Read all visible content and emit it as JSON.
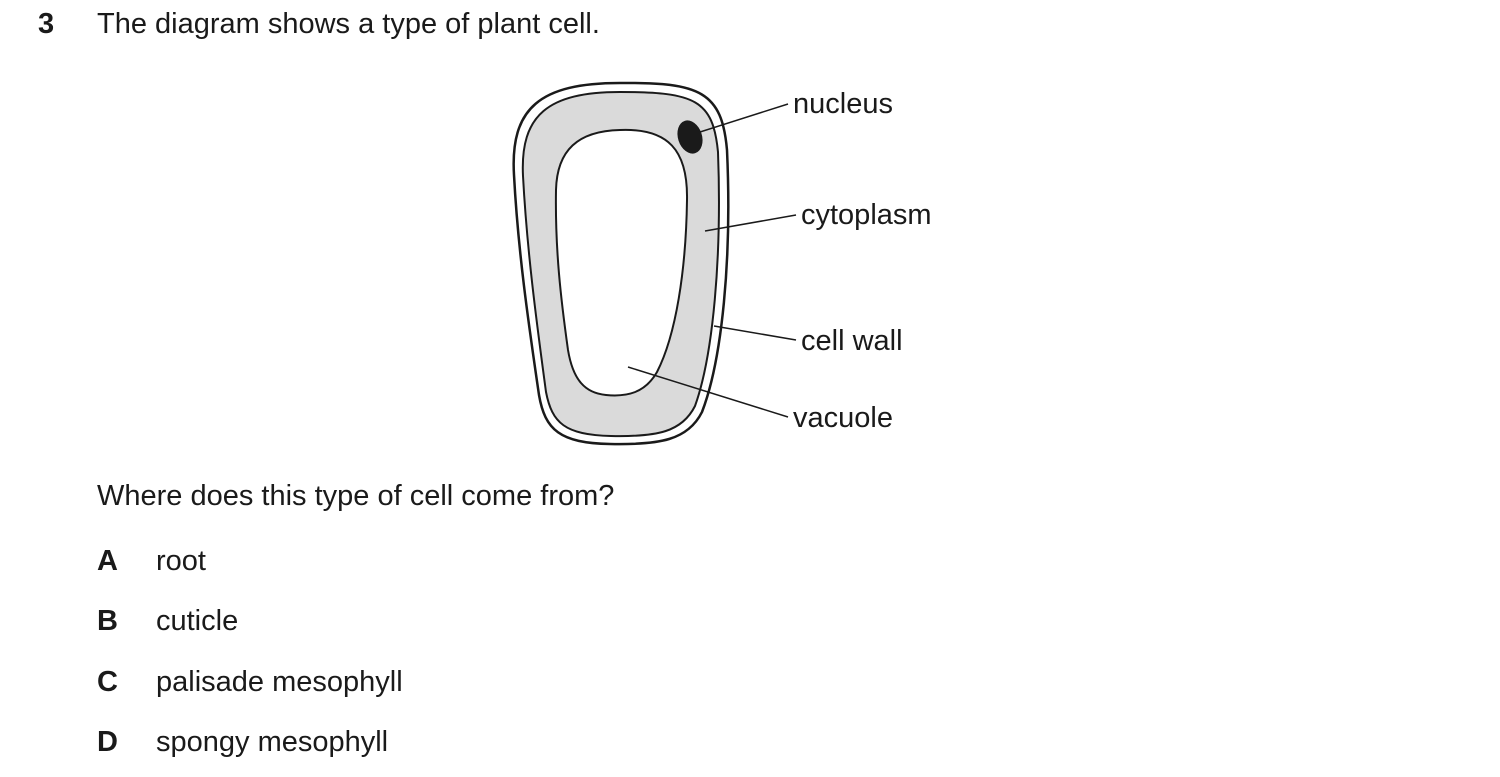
{
  "question": {
    "number": "3",
    "text": "The diagram shows a type of plant cell.",
    "prompt": "Where does this type of cell come from?"
  },
  "diagram": {
    "labels": {
      "nucleus": "nucleus",
      "cytoplasm": "cytoplasm",
      "cell_wall": "cell wall",
      "vacuole": "vacuole"
    }
  },
  "options": [
    {
      "letter": "A",
      "text": "root"
    },
    {
      "letter": "B",
      "text": "cuticle"
    },
    {
      "letter": "C",
      "text": "palisade mesophyll"
    },
    {
      "letter": "D",
      "text": "spongy mesophyll"
    }
  ]
}
